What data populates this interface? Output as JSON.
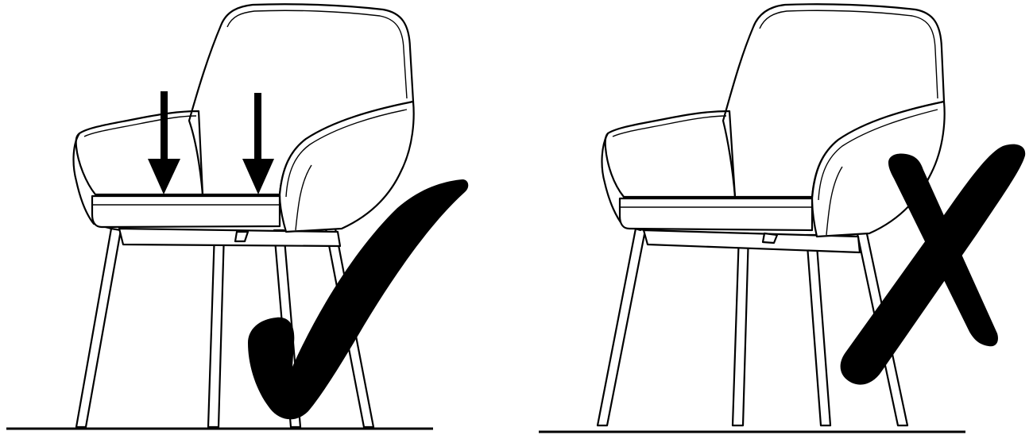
{
  "panels": [
    {
      "id": "correct",
      "chair": "armchair-quilted-back",
      "mark": "check-mark-icon",
      "arrows": 2,
      "arrow_direction": "down",
      "legs": "all-on-floor"
    },
    {
      "id": "incorrect",
      "chair": "armchair-quilted-back",
      "mark": "cross-mark-icon",
      "arrows": 0,
      "legs": "front-leg-tilted"
    }
  ],
  "colors": {
    "ink": "#000000",
    "background": "#ffffff"
  }
}
